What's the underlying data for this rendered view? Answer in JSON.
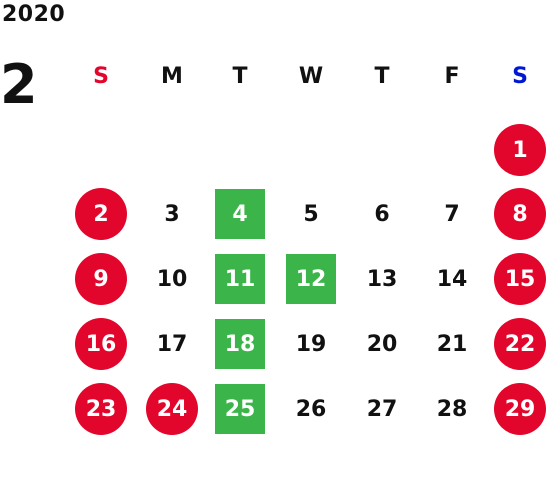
{
  "calendar": {
    "year": "2020",
    "month": "2",
    "weekdays": [
      "S",
      "M",
      "T",
      "W",
      "T",
      "F",
      "S"
    ],
    "weekday_colors": [
      "#e2062c",
      "#111111",
      "#111111",
      "#111111",
      "#111111",
      "#111111",
      "#0018d6"
    ],
    "colors": {
      "holiday_circle": "#e2062c",
      "event_square": "#3bb54a"
    },
    "weeks": [
      [
        null,
        null,
        null,
        null,
        null,
        null,
        {
          "day": "1",
          "mark": "holiday"
        }
      ],
      [
        {
          "day": "2",
          "mark": "holiday"
        },
        {
          "day": "3"
        },
        {
          "day": "4",
          "mark": "event"
        },
        {
          "day": "5"
        },
        {
          "day": "6"
        },
        {
          "day": "7"
        },
        {
          "day": "8",
          "mark": "holiday"
        }
      ],
      [
        {
          "day": "9",
          "mark": "holiday"
        },
        {
          "day": "10"
        },
        {
          "day": "11",
          "mark": "event"
        },
        {
          "day": "12",
          "mark": "event"
        },
        {
          "day": "13"
        },
        {
          "day": "14"
        },
        {
          "day": "15",
          "mark": "holiday"
        }
      ],
      [
        {
          "day": "16",
          "mark": "holiday"
        },
        {
          "day": "17"
        },
        {
          "day": "18",
          "mark": "event"
        },
        {
          "day": "19"
        },
        {
          "day": "20"
        },
        {
          "day": "21"
        },
        {
          "day": "22",
          "mark": "holiday"
        }
      ],
      [
        {
          "day": "23",
          "mark": "holiday"
        },
        {
          "day": "24",
          "mark": "holiday"
        },
        {
          "day": "25",
          "mark": "event"
        },
        {
          "day": "26"
        },
        {
          "day": "27"
        },
        {
          "day": "28"
        },
        {
          "day": "29",
          "mark": "holiday"
        }
      ]
    ]
  }
}
